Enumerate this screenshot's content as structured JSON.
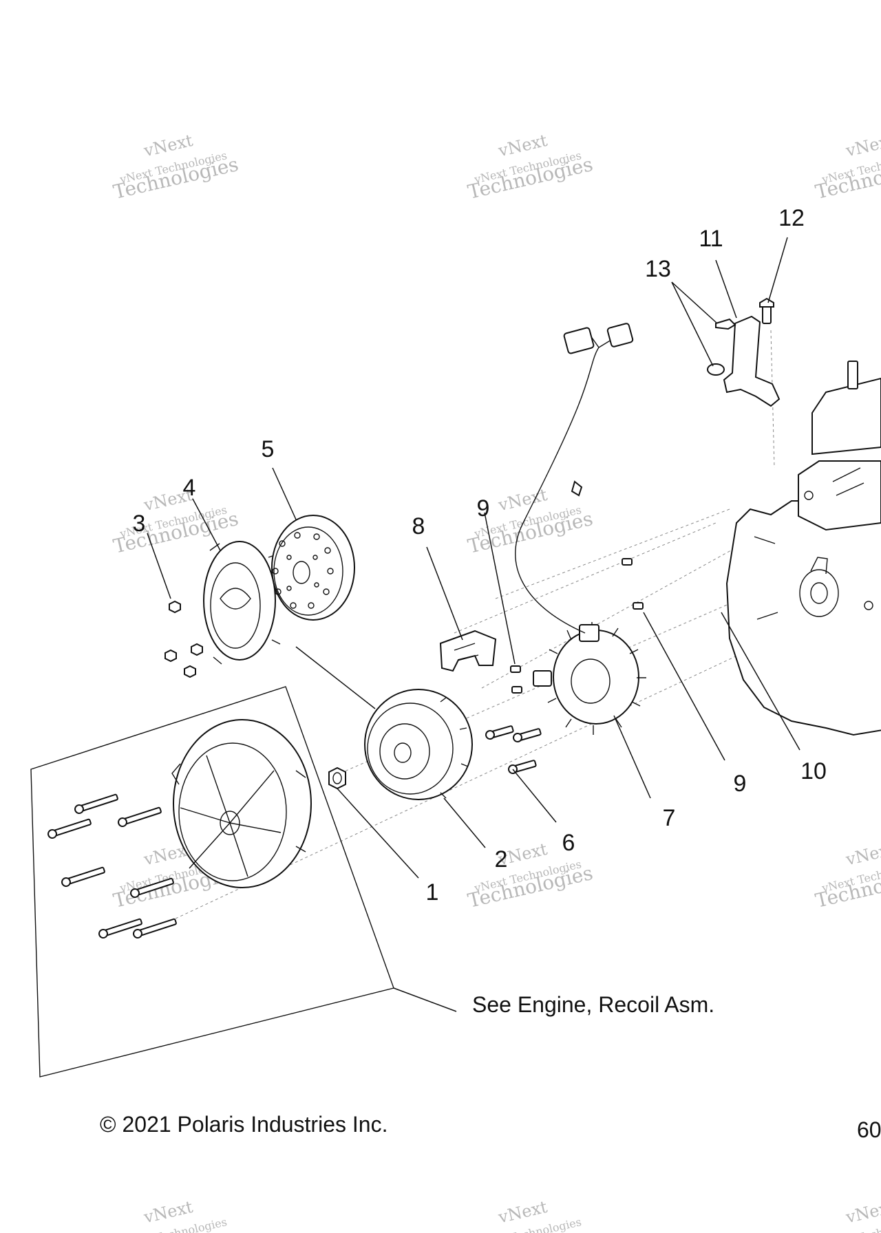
{
  "watermark": {
    "line1": "vNext",
    "line2": "vNext Technologies",
    "line3": "Technologies"
  },
  "callouts": [
    "1",
    "2",
    "3",
    "4",
    "5",
    "6",
    "7",
    "8",
    "9",
    "9",
    "10",
    "11",
    "12",
    "13"
  ],
  "note": "See Engine, Recoil Asm.",
  "copyright": "© 2021 Polaris Industries Inc.",
  "page_number_partial": "60"
}
